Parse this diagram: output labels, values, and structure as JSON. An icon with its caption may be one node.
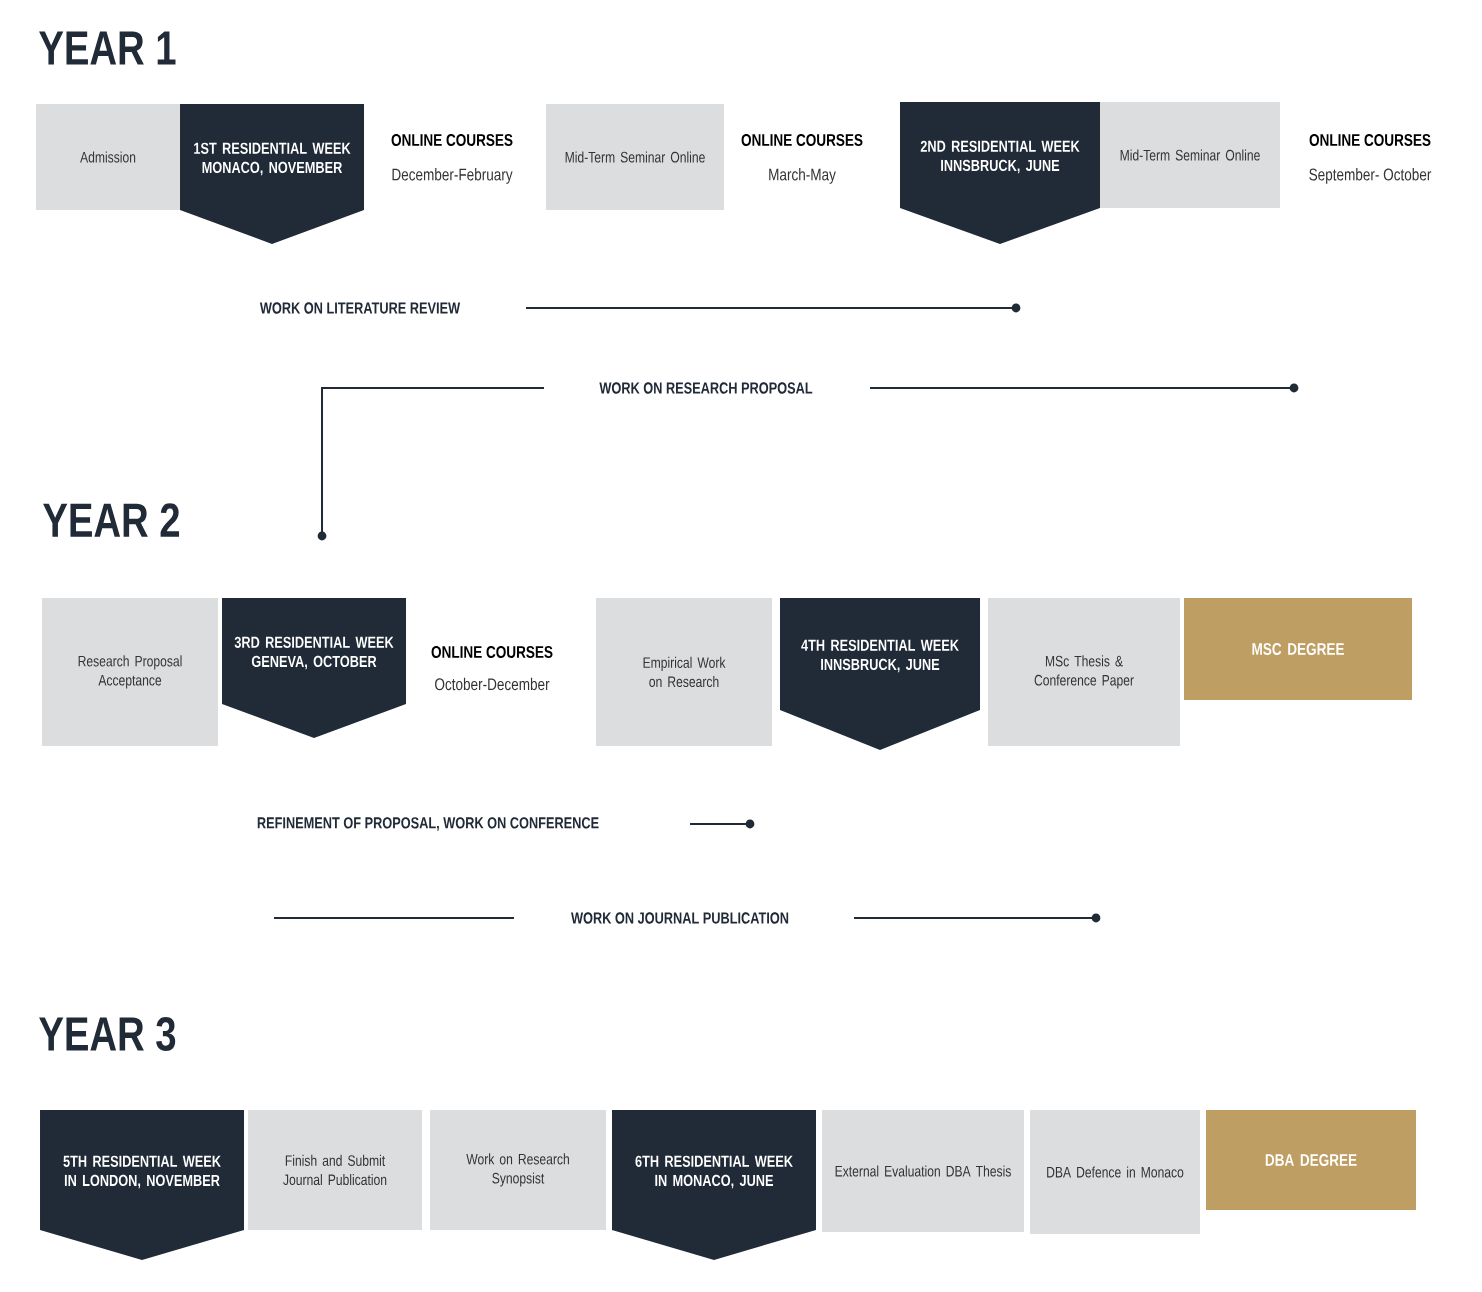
{
  "diagram": {
    "nodes": [
      {
        "text": [
          "Admission"
        ]
      },
      {
        "text": [
          "1ST RESIDENTIAL WEEK MONACO, NOVEMBER"
        ]
      },
      {
        "text": [
          "Mid-Term Seminar Online"
        ]
      },
      {
        "text": [
          "2ND RESIDENTIAL WEEK INNSBRUCK, JUNE"
        ]
      },
      {
        "text": [
          "Mid-Term Seminar Online"
        ]
      },
      {
        "text": [
          "Research Proposal Acceptance"
        ]
      },
      {
        "text": [
          "3RD RESIDENTIAL WEEK GENEVA, OCTOBER"
        ]
      },
      {
        "text": [
          "Empirical Work on Research"
        ]
      },
      {
        "text": [
          "4TH RESIDENTIAL WEEK INNSBRUCK, JUNE"
        ]
      },
      {
        "text": [
          "MSc Thesis & Conference Paper"
        ]
      },
      {
        "text": [
          "MSC DEGREE"
        ]
      },
      {
        "text": [
          "5TH RESIDENTIAL WEEK IN LONDON, NOVEMBER"
        ]
      },
      {
        "text": [
          "Finish and Submit Journal Publication"
        ]
      },
      {
        "text": [
          "Work on Research Synopsist"
        ]
      },
      {
        "text": [
          "6TH RESIDENTIAL WEEK IN MONACO, JUNE"
        ]
      },
      {
        "text": [
          "External Evaluation DBA Thesis"
        ]
      },
      {
        "text": [
          "DBA Defence in Monaco"
        ]
      },
      {
        "text": [
          "DBA DEGREE"
        ]
      }
    ],
    "labels": [
      "YEAR 1",
      "ONLINE COURSES",
      "December-February",
      "ONLINE COURSES",
      "March-May",
      "ONLINE COURSES",
      "September- October",
      "WORK ON LITERATURE REVIEW",
      "WORK ON RESEARCH PROPOSAL",
      "YEAR 2",
      "ONLINE COURSES",
      "October-December",
      "REFINEMENT OF PROPOSAL, WORK ON CONFERENCE",
      "WORK ON JOURNAL PUBLICATION",
      "YEAR 3"
    ]
  }
}
